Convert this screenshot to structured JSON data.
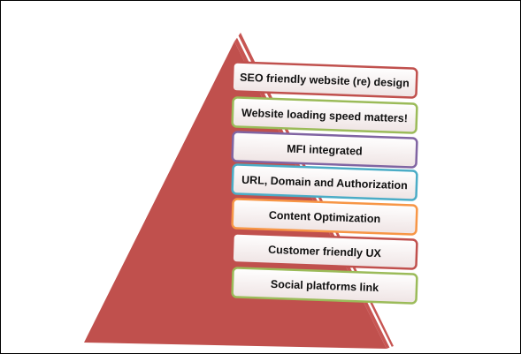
{
  "diagram": {
    "type": "pyramid",
    "pyramid_color": "#c0504d",
    "layers": [
      {
        "label": "SEO friendly website (re) design",
        "border_color": "#c0504d"
      },
      {
        "label": "Website loading speed matters!",
        "border_color": "#9bbb59"
      },
      {
        "label": "MFI integrated",
        "border_color": "#8064a2"
      },
      {
        "label": "URL, Domain and Authorization",
        "border_color": "#4bacc6"
      },
      {
        "label": "Content Optimization",
        "border_color": "#f79646"
      },
      {
        "label": "Customer friendly UX",
        "border_color": "#c0504d"
      },
      {
        "label": "Social platforms link",
        "border_color": "#9bbb59"
      }
    ]
  }
}
